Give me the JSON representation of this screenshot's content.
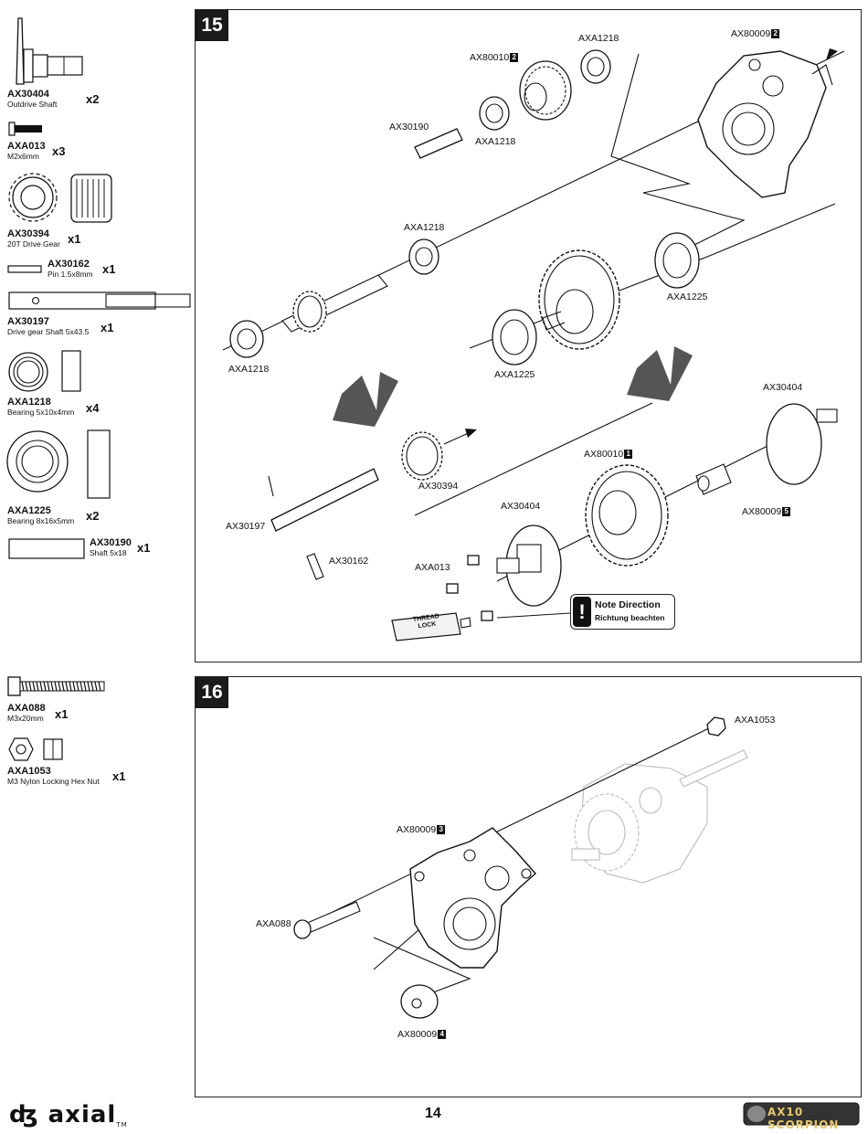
{
  "parts_step15": [
    {
      "code": "AX30404",
      "desc": "Outdrive Shaft",
      "qty": "x2"
    },
    {
      "code": "AXA013",
      "desc": "M2x6mm",
      "qty": "x3"
    },
    {
      "code": "AX30394",
      "desc": "20T Drive Gear",
      "qty": "x1"
    },
    {
      "code": "AX30162",
      "desc": "Pin 1.5x8mm",
      "qty": "x1"
    },
    {
      "code": "AX30197",
      "desc": "Drive gear Shaft 5x43.5",
      "qty": "x1"
    },
    {
      "code": "AXA1218",
      "desc": "Bearing 5x10x4mm",
      "qty": "x4"
    },
    {
      "code": "AXA1225",
      "desc": "Bearing 8x16x5mm",
      "qty": "x2"
    },
    {
      "code": "AX30190",
      "desc": "Shaft 5x18",
      "qty": "x1"
    }
  ],
  "parts_step16": [
    {
      "code": "AXA088",
      "desc": "M3x20mm",
      "qty": "x1"
    },
    {
      "code": "AXA1053",
      "desc": "M3 Nylon Locking Hex Nut",
      "qty": "x1"
    }
  ],
  "step15": {
    "number": "15",
    "callouts": {
      "axa1218_top": "AXA1218",
      "ax80010_top": "AX80010",
      "ax80010_top_badge": "2",
      "ax80009_top": "AX80009",
      "ax80009_top_badge": "2",
      "ax30190": "AX30190",
      "axa1218_mid": "AXA1218",
      "axa1218_upper": "AXA1218",
      "axa1218_left": "AXA1218",
      "axa1225_right": "AXA1225",
      "axa1225_left": "AXA1225",
      "ax30404_right": "AX30404",
      "ax30394": "AX30394",
      "ax80010_low": "AX80010",
      "ax80010_low_badge": "1",
      "ax30404_left": "AX30404",
      "ax80009_low": "AX80009",
      "ax80009_low_badge": "5",
      "ax30197": "AX30197",
      "ax30162": "AX30162",
      "axa013": "AXA013",
      "thread_lock": "THREAD LOCK"
    },
    "note": {
      "title": "Note Direction",
      "subtitle": "Richtung beachten"
    }
  },
  "step16": {
    "number": "16",
    "callouts": {
      "axa1053": "AXA1053",
      "ax80009_a": "AX80009",
      "ax80009_a_badge": "3",
      "axa088": "AXA088",
      "ax80009_b": "AX80009",
      "ax80009_b_badge": "4"
    }
  },
  "footer": {
    "page_number": "14",
    "logo": "axial",
    "trademark": "TM",
    "brand": "AX10 SCORPION"
  }
}
